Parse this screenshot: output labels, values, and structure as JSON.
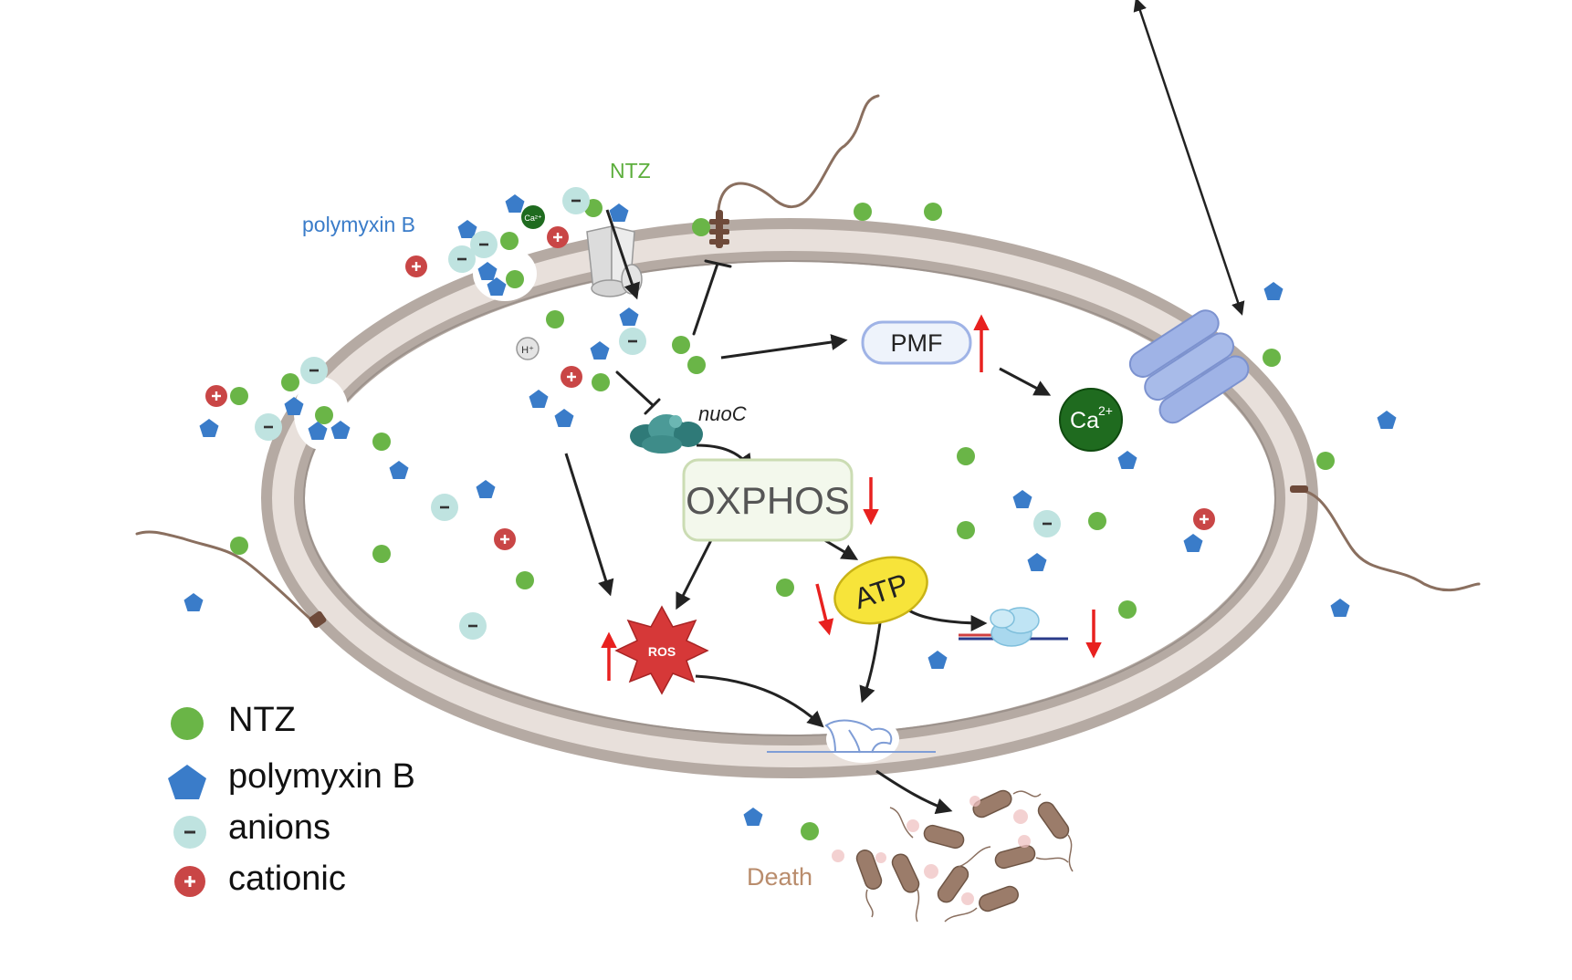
{
  "labels": {
    "polymyxin_b": "polymyxin B",
    "ntz": "NTZ",
    "pmf": "PMF",
    "ca": "Ca",
    "ca_charge": "2+",
    "ca_small": "Ca²⁺",
    "h_plus": "H⁺",
    "nuoc": "nuoC",
    "oxphos": "OXPHOS",
    "atp": "ATP",
    "ros": "ROS",
    "death": "Death"
  },
  "legend": {
    "ntz": "NTZ",
    "polymyxin_b": "polymyxin B",
    "anions": "anions",
    "cationic": "cationic"
  },
  "symbols": {
    "anion": "−",
    "cation": "+"
  },
  "colors": {
    "ntz": "#6ab547",
    "polymyxin": "#3a7cc9",
    "anion": "#bfe3e0",
    "cation": "#c94646",
    "membrane": "#b5aaa3",
    "increase_arrow": "#e8211f",
    "ca_ion": "#1f6b1f",
    "channel": "#9fb3e6"
  },
  "icons": [
    "ntz-dot",
    "polymyxin-pentagon",
    "anion-circle",
    "cation-circle",
    "porin-channel",
    "calcium-channel",
    "flagellum",
    "complex-i-protein",
    "ribosome",
    "death-bacteria"
  ]
}
